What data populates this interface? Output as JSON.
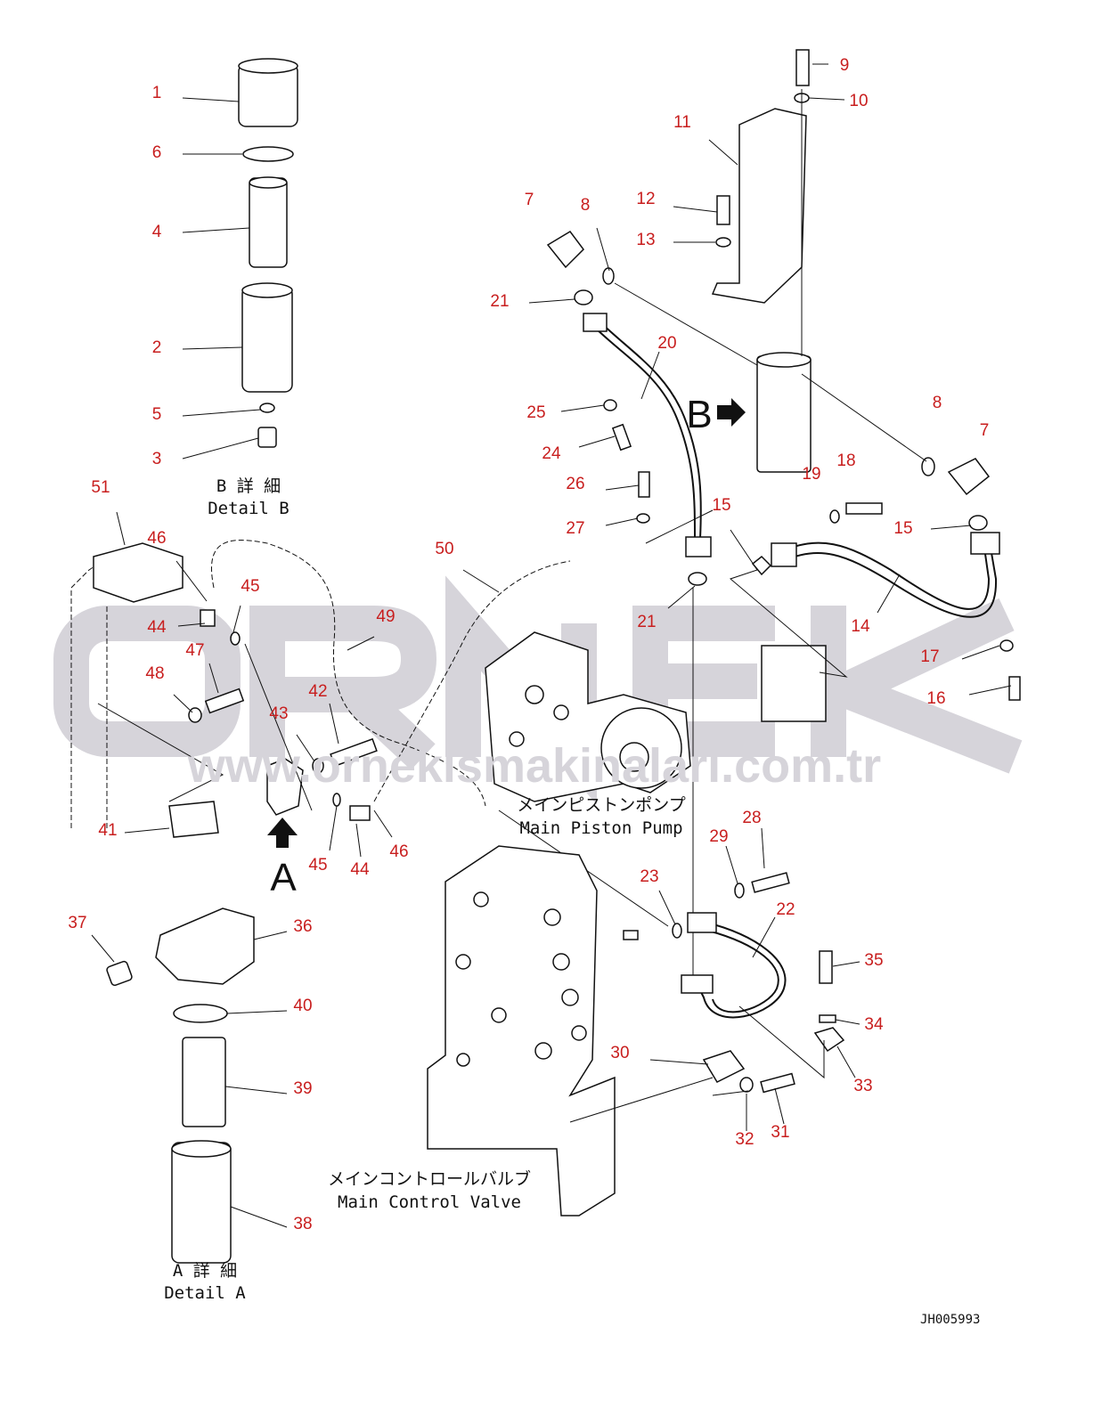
{
  "watermark": {
    "brand": "ORNEK",
    "url": "www.ornekismakinalari.com.tr"
  },
  "captions": {
    "detail_b_jp": "B 詳 細",
    "detail_b_en": "Detail B",
    "detail_a_jp": "A 詳 細",
    "detail_a_en": "Detail A",
    "pump_jp": "メインピストンポンプ",
    "pump_en": "Main Piston Pump",
    "valve_jp": "メインコントロールバルブ",
    "valve_en": "Main Control Valve",
    "view_b": "B",
    "view_a": "A",
    "drawing_code": "JH005993"
  },
  "labels": [
    "1",
    "6",
    "4",
    "2",
    "5",
    "3",
    "51",
    "46",
    "45",
    "44",
    "47",
    "48",
    "42",
    "43",
    "41",
    "45",
    "44",
    "46",
    "49",
    "50",
    "9",
    "10",
    "11",
    "12",
    "13",
    "7",
    "8",
    "21",
    "20",
    "25",
    "24",
    "26",
    "27",
    "15",
    "21",
    "19",
    "18",
    "8",
    "7",
    "15",
    "14",
    "17",
    "16",
    "28",
    "29",
    "23",
    "22",
    "35",
    "34",
    "33",
    "30",
    "32",
    "31",
    "37",
    "36",
    "40",
    "39",
    "38"
  ]
}
